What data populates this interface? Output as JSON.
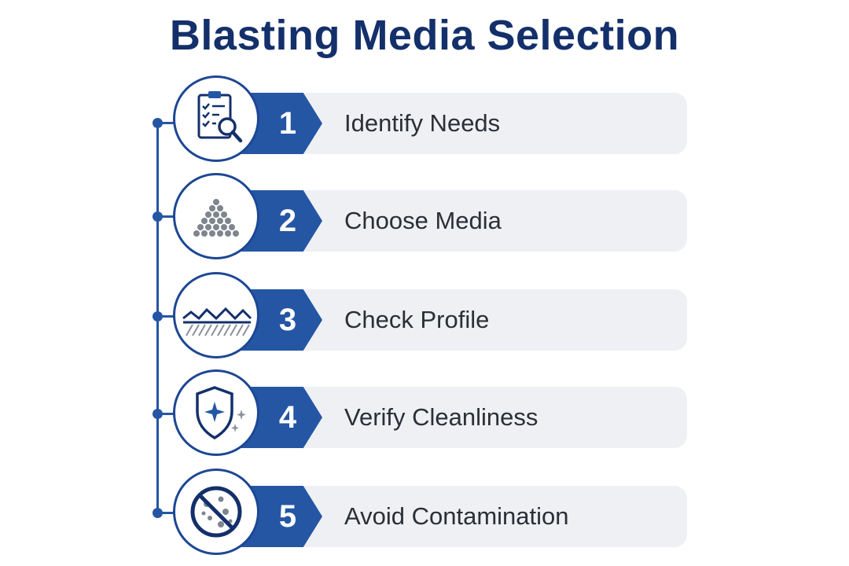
{
  "title": "Blasting Media Selection",
  "colors": {
    "primary": "#2456a4",
    "navy": "#14306b",
    "pill": "#eef0f4",
    "grey": "#808890"
  },
  "steps": [
    {
      "number": "1",
      "label": "Identify Needs",
      "icon": "clipboard-search-icon"
    },
    {
      "number": "2",
      "label": "Choose Media",
      "icon": "media-pile-icon"
    },
    {
      "number": "3",
      "label": "Check Profile",
      "icon": "surface-profile-icon"
    },
    {
      "number": "4",
      "label": "Verify Cleanliness",
      "icon": "shield-sparkle-icon"
    },
    {
      "number": "5",
      "label": "Avoid Contamination",
      "icon": "no-particles-icon"
    }
  ]
}
